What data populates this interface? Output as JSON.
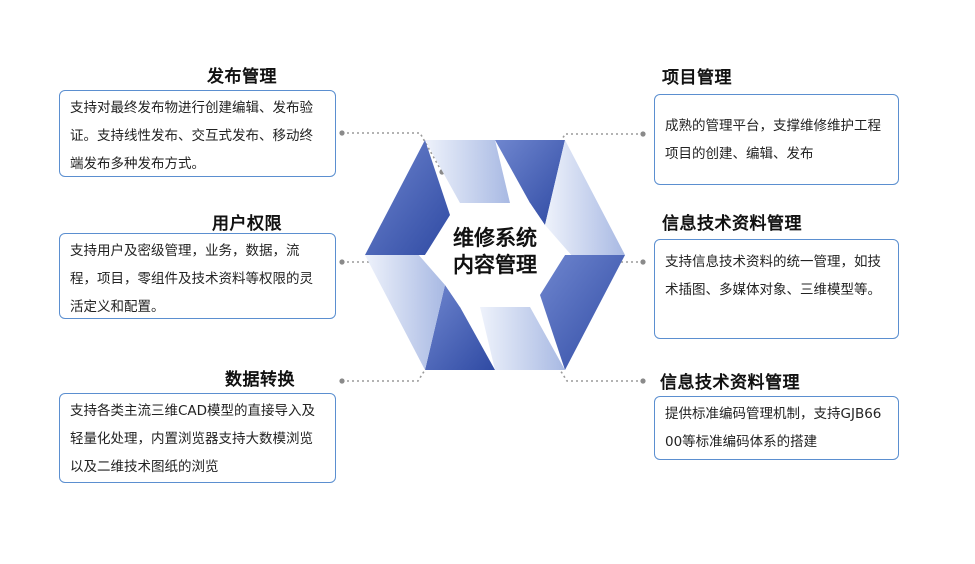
{
  "hub": {
    "line1": "维修系统",
    "line2": "内容管理"
  },
  "colors": {
    "accent": "#3f5cb4",
    "border": "#5b8fd0",
    "light": "#b7c5e8"
  },
  "left": [
    {
      "title": "发布管理",
      "desc": "支持对最终发布物进行创建编辑、发布验证。支持线性发布、交互式发布、移动终端发布多种发布方式。"
    },
    {
      "title": "用户权限",
      "desc": "支持用户及密级管理，业务，数据，流程，项目，零组件及技术资料等权限的灵活定义和配置。"
    },
    {
      "title": "数据转换",
      "desc": "支持各类主流三维CAD模型的直接导入及轻量化处理，内置浏览器支持大数模浏览以及二维技术图纸的浏览"
    }
  ],
  "right": [
    {
      "title": "项目管理",
      "desc": "成熟的管理平台，支撑维修维护工程项目的创建、编辑、发布"
    },
    {
      "title": "信息技术资料管理",
      "desc": "支持信息技术资料的统一管理，如技术插图、多媒体对象、三维模型等。"
    },
    {
      "title": "信息技术资料管理",
      "desc": "提供标准编码管理机制，支持GJB6600等标准编码体系的搭建"
    }
  ]
}
